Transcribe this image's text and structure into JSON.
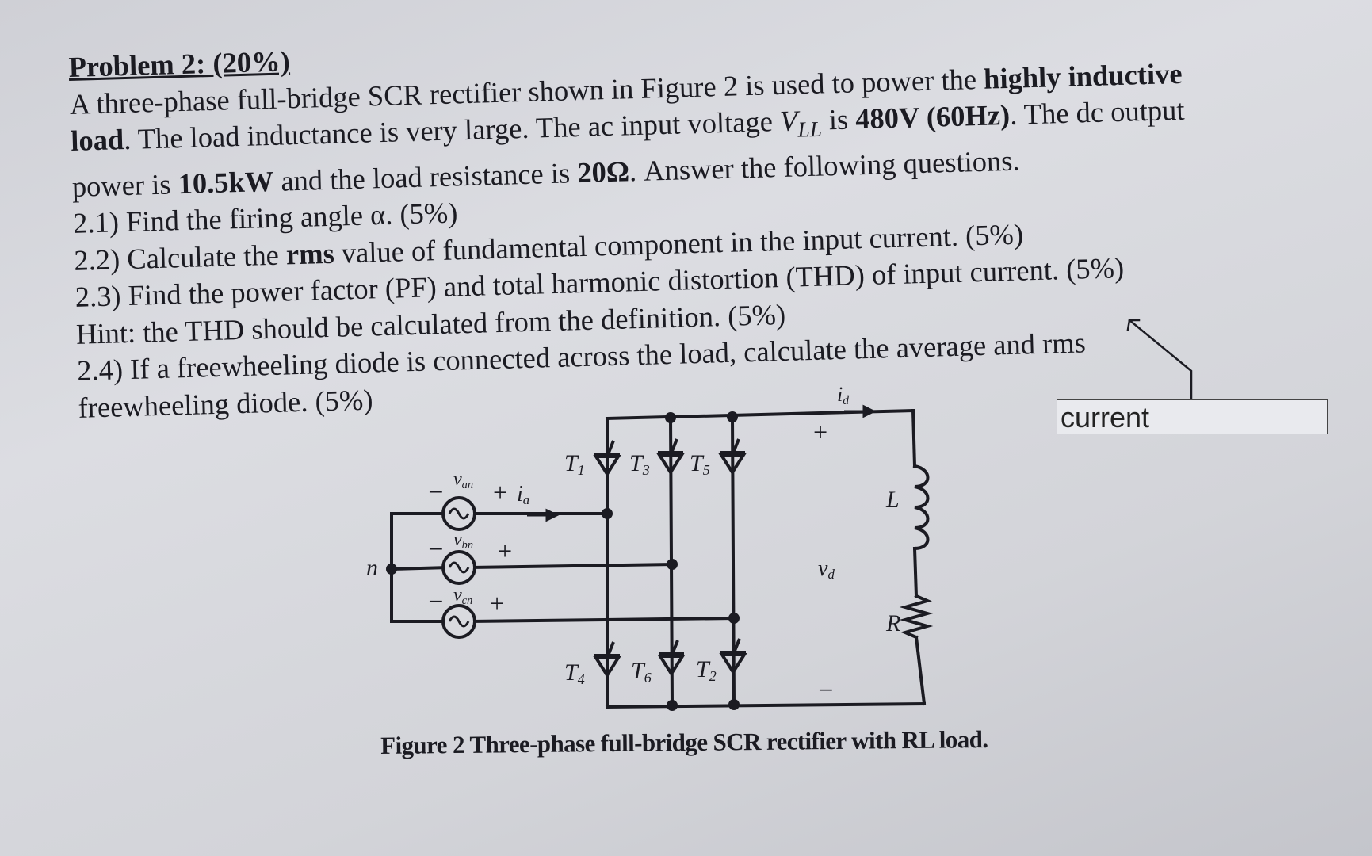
{
  "problem": {
    "title": "Problem 2: (20%)",
    "intro": [
      {
        "seg": [
          {
            "t": "A three-phase full-bridge SCR rectifier shown in Figure 2 is used to power the "
          },
          {
            "t": "highly inductive",
            "b": true
          }
        ]
      },
      {
        "seg": [
          {
            "t": "load",
            "b": true
          },
          {
            "t": ". The load inductance is very large. The ac input voltage "
          },
          {
            "t": "V",
            "i": true
          },
          {
            "t": "LL",
            "i": true,
            "sub": true
          },
          {
            "t": " is "
          },
          {
            "t": "480V (60Hz)",
            "b": true
          },
          {
            "t": ". The dc output"
          }
        ]
      },
      {
        "seg": [
          {
            "t": "power is "
          },
          {
            "t": "10.5kW",
            "b": true
          },
          {
            "t": " and the load resistance is "
          },
          {
            "t": "20Ω",
            "b": true
          },
          {
            "t": ". Answer the following questions."
          }
        ]
      }
    ],
    "questions": [
      {
        "seg": [
          {
            "t": "2.1) Find the firing angle α. (5%)"
          }
        ]
      },
      {
        "seg": [
          {
            "t": "2.2) Calculate the "
          },
          {
            "t": "rms",
            "b": true
          },
          {
            "t": " value of fundamental component in the input current. (5%)"
          }
        ]
      },
      {
        "seg": [
          {
            "t": "2.3) Find the power factor (PF) and total harmonic distortion (THD) of input current. (5%)"
          }
        ]
      },
      {
        "seg": [
          {
            "t": "Hint: the THD should be calculated from the definition. (5%)"
          }
        ]
      },
      {
        "seg": [
          {
            "t": "2.4) If a freewheeling diode is connected across the load, calculate the average and rms"
          }
        ]
      },
      {
        "seg": [
          {
            "t": "freewheeling diode. (5%)"
          }
        ]
      }
    ]
  },
  "annotation": {
    "box_text": "current"
  },
  "figure": {
    "caption": "Figure 2 Three-phase full-bridge SCR rectifier with RL load.",
    "labels": {
      "neutral": "n",
      "van": "van",
      "vbn": "vbn",
      "vcn": "vcn",
      "ia": "ia",
      "id": "id",
      "vd": "vd",
      "L": "L",
      "R": "R",
      "plus": "+",
      "minus": "−",
      "upper_thyristors": [
        "T1",
        "T3",
        "T5"
      ],
      "lower_thyristors": [
        "T4",
        "T6",
        "T2"
      ]
    }
  }
}
